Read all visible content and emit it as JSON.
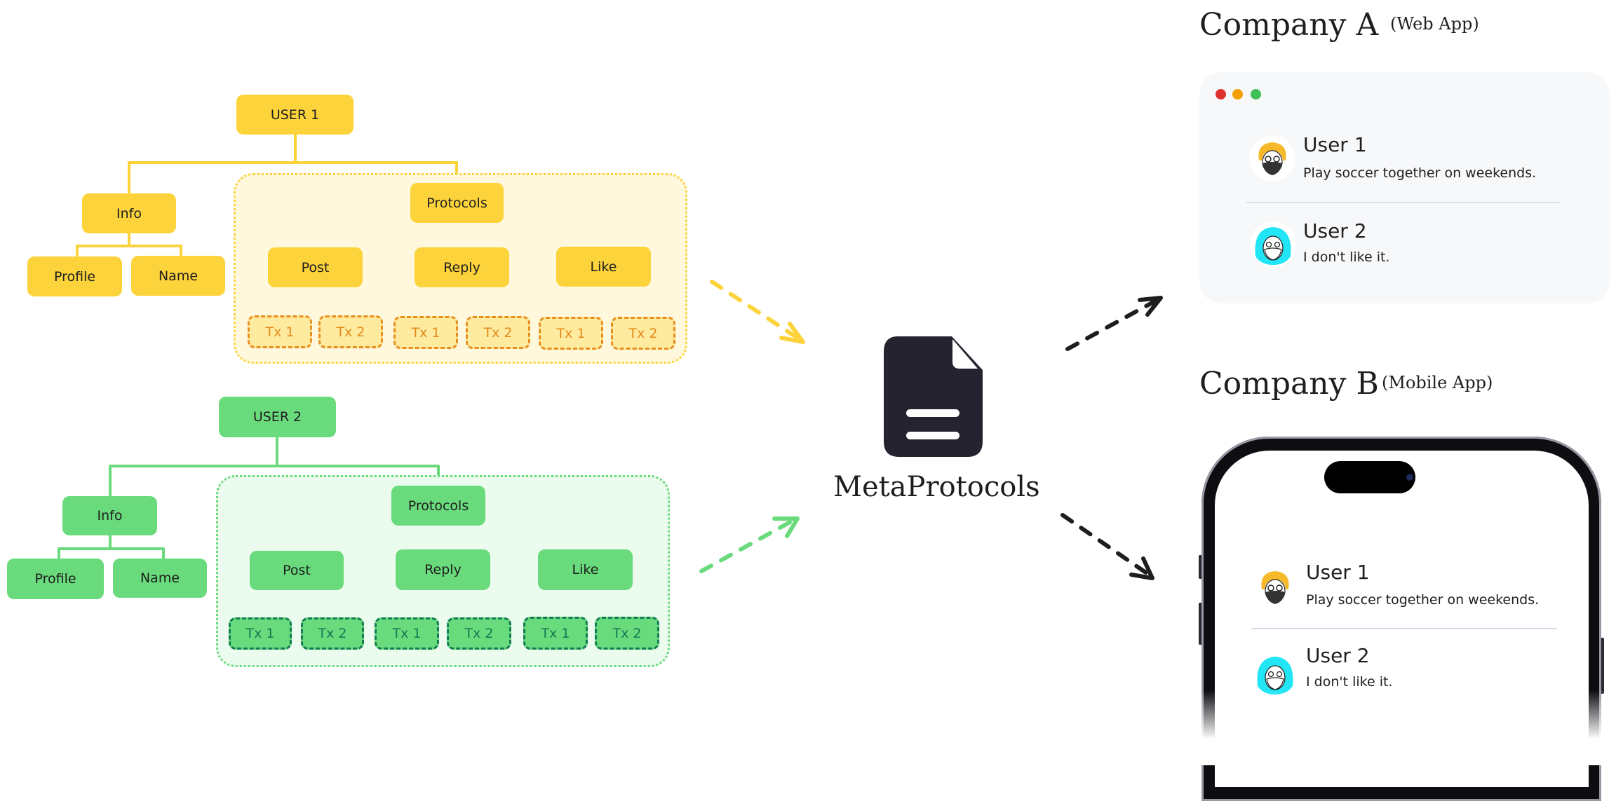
{
  "colors": {
    "user1_node": "#fcd33b",
    "user1_group_bg": "#fff8dc",
    "user1_tx_border": "#e8901f",
    "user2_node": "#69db7c",
    "user2_group_bg": "#ebfbee",
    "user2_tx_border": "#127d55",
    "document_icon": "#25232f",
    "arrow_dark": "#1e1e1e",
    "dot_red": "#e03131",
    "dot_yellow": "#f59f00",
    "dot_green": "#40c057",
    "avatar_user1_hair": "#f5b92a",
    "avatar_user2_hair": "#22e6f5"
  },
  "trees": [
    {
      "root": "USER 1",
      "info": {
        "label": "Info",
        "children": [
          "Profile",
          "Name"
        ]
      },
      "protocols": {
        "label": "Protocols",
        "children": [
          {
            "label": "Post",
            "tx": [
              "Tx 1",
              "Tx 2"
            ]
          },
          {
            "label": "Reply",
            "tx": [
              "Tx 1",
              "Tx 2"
            ]
          },
          {
            "label": "Like",
            "tx": [
              "Tx 1",
              "Tx 2"
            ]
          }
        ]
      }
    },
    {
      "root": "USER 2",
      "info": {
        "label": "Info",
        "children": [
          "Profile",
          "Name"
        ]
      },
      "protocols": {
        "label": "Protocols",
        "children": [
          {
            "label": "Post",
            "tx": [
              "Tx 1",
              "Tx 2"
            ]
          },
          {
            "label": "Reply",
            "tx": [
              "Tx 1",
              "Tx 2"
            ]
          },
          {
            "label": "Like",
            "tx": [
              "Tx 1",
              "Tx 2"
            ]
          }
        ]
      }
    }
  ],
  "center": {
    "icon": "document-icon",
    "label": "MetaProtocols"
  },
  "company_a": {
    "title": "Company A",
    "subtitle": "(Web App)",
    "window_controls": [
      "close-dot",
      "minimize-dot",
      "maximize-dot"
    ],
    "posts": [
      {
        "user": "User 1",
        "text": "Play soccer together on weekends.",
        "avatar": "avatar-user-1"
      },
      {
        "user": "User 2",
        "text": "I don't like it.",
        "avatar": "avatar-user-2"
      }
    ]
  },
  "company_b": {
    "title": "Company B",
    "subtitle": "(Mobile App)",
    "posts": [
      {
        "user": "User 1",
        "text": "Play soccer together on weekends.",
        "avatar": "avatar-user-1"
      },
      {
        "user": "User 2",
        "text": "I don't like it.",
        "avatar": "avatar-user-2"
      }
    ]
  }
}
